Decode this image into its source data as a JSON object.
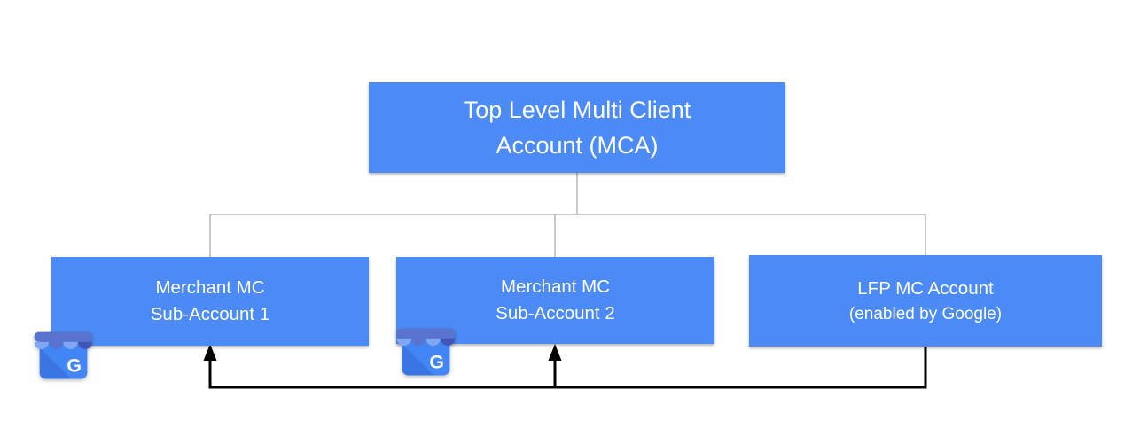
{
  "page": {
    "background": "#ffffff"
  },
  "diagram": {
    "type": "org-chart",
    "colors": {
      "node_fill": "#4C8BF5",
      "node_text": "#ffffff",
      "tree_connector": "#b5b5b5",
      "flow_arrow": "#000000",
      "icon_body_blue": "#4285F4",
      "icon_awning_dark": "#5A73CE",
      "icon_awning_light": "#80A7F3",
      "icon_awning_darkest": "#4355B8"
    },
    "nodes": {
      "mca": {
        "line1": "Top Level Multi Client",
        "line2": "Account (MCA)"
      },
      "sub1": {
        "line1": "Merchant MC",
        "line2": "Sub-Account 1"
      },
      "sub2": {
        "line1": "Merchant MC",
        "line2": "Sub-Account 2"
      },
      "lfp": {
        "line1": "LFP MC Account",
        "line2": "(enabled by Google)"
      }
    },
    "icon": {
      "name": "google-business-profile",
      "g_letter": "G"
    },
    "edges": {
      "tree": [
        {
          "from": "mca",
          "to": "sub1"
        },
        {
          "from": "mca",
          "to": "sub2"
        },
        {
          "from": "mca",
          "to": "lfp"
        }
      ],
      "arrows": [
        {
          "from": "lfp",
          "to": "sub1"
        },
        {
          "from": "lfp",
          "to": "sub2"
        }
      ]
    }
  }
}
